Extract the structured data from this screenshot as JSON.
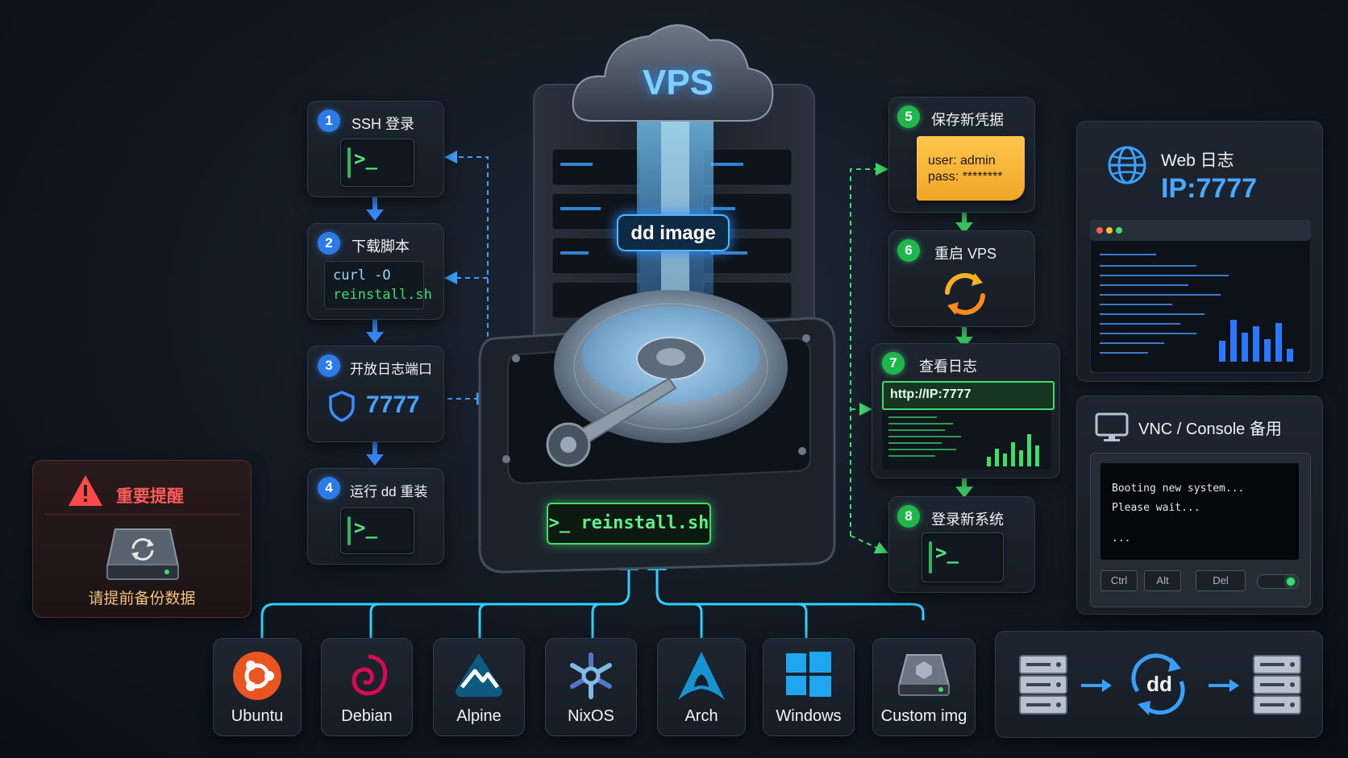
{
  "center": {
    "cloud_label": "VPS",
    "image_label": "dd image",
    "command_label": ">_ reinstall.sh"
  },
  "steps": [
    {
      "num": "1",
      "title": "SSH 登录"
    },
    {
      "num": "2",
      "title": "下载脚本",
      "code_line1": "curl -O",
      "code_line2": "reinstall.sh"
    },
    {
      "num": "3",
      "title": "开放日志端口",
      "port": "7777"
    },
    {
      "num": "4",
      "title": "运行 dd 重装"
    },
    {
      "num": "5",
      "title": "保存新凭据",
      "note_line1": "user: admin",
      "note_line2": "pass: ********"
    },
    {
      "num": "6",
      "title": "重启 VPS"
    },
    {
      "num": "7",
      "title": "查看日志",
      "url": "http://IP:7777"
    },
    {
      "num": "8",
      "title": "登录新系统"
    }
  ],
  "warning": {
    "title": "重要提醒",
    "text": "请提前备份数据"
  },
  "weblog": {
    "title": "Web 日志",
    "address": "IP:7777"
  },
  "vnc": {
    "title": "VNC / Console 备用",
    "line1": "Booting new system...",
    "line2": "Please wait...",
    "line3": "...",
    "keys": [
      "Ctrl",
      "Alt",
      "Del"
    ]
  },
  "os_list": [
    "Ubuntu",
    "Debian",
    "Alpine",
    "NixOS",
    "Arch",
    "Windows",
    "Custom img"
  ],
  "flow": {
    "dd_label": "dd"
  },
  "colors": {
    "accent_blue": "#2d7be8",
    "accent_green": "#1fb74b",
    "warning_red": "#ff4a4a",
    "note_yellow": "#f5b53a"
  }
}
